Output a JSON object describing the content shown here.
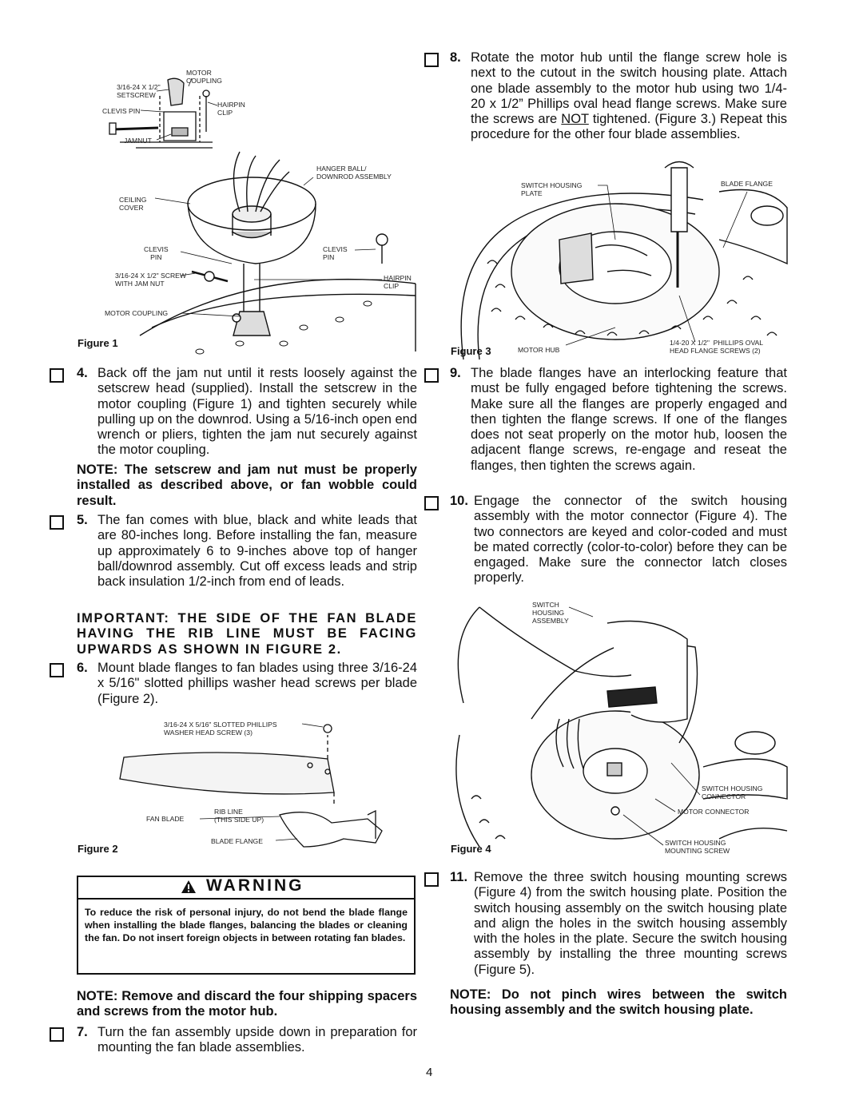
{
  "figure1": {
    "label": "Figure 1",
    "callouts": {
      "motor_coupling_top": "MOTOR\nCOUPLING",
      "setscrew": "3/16-24 x 1/2\"\nSETSCREW",
      "clevis_pin_top": "CLEVIS PIN",
      "hairpin_clip_top": "HAIRPIN\nCLIP",
      "jamnut": "JAMNUT",
      "hanger_ball": "HANGER BALL/\nDOWNROD ASSEMBLY",
      "ceiling_cover": "CEILING\nCOVER",
      "clevis_pin_left": "CLEVIS\nPIN",
      "clevis_pin_right": "CLEVIS\nPIN",
      "screw_jam_nut": "3/16-24 x 1/2\" SCREW\nWITH JAM NUT",
      "hairpin_clip_right": "HAIRPIN\nCLIP",
      "motor_coupling": "MOTOR COUPLING"
    }
  },
  "figure2": {
    "label": "Figure 2",
    "callouts": {
      "screw": "3/16-24 x 5/16\" SLOTTED PHILLIPS\nWASHER HEAD SCREW (3)",
      "fan_blade": "FAN BLADE",
      "rib_line": "RIB LINE\n(THIS SIDE UP)",
      "blade_flange": "BLADE FLANGE"
    }
  },
  "figure3": {
    "label": "Figure 3",
    "callouts": {
      "switch_housing_plate": "SWITCH HOUSING\nPLATE",
      "blade_flange": "BLADE FLANGE",
      "motor_hub": "MOTOR HUB",
      "flange_screws": "1/4-20 X 1/2\"  PHILLIPS OVAL\nHEAD FLANGE SCREWS (2)"
    }
  },
  "figure4": {
    "label": "Figure 4",
    "callouts": {
      "switch_housing_assembly": "SWITCH\nHOUSING\nASSEMBLY",
      "switch_housing_connector": "SWITCH HOUSING\nCONNECTOR",
      "motor_connector": "MOTOR CONNECTOR",
      "mounting_screw": "SWITCH HOUSING\nMOUNTING SCREW"
    }
  },
  "steps": {
    "s4": {
      "num": "4.",
      "text": "Back off the jam nut until it rests loosely against the setscrew head (supplied). Install the setscrew in the motor coupling (Figure 1) and tighten securely while pulling up on the downrod. Using a 5/16-inch open end wrench or pliers, tighten the jam nut securely against the motor coupling."
    },
    "note_setscrew": "NOTE: The setscrew and jam nut must be properly installed as described above, or fan wobble could result.",
    "s5": {
      "num": "5.",
      "text": "The fan comes with blue, black and white leads that are 80-inches long. Before installing the fan, measure up approximately 6 to 9-inches above top of hanger ball/downrod assembly. Cut off excess leads and strip back insulation 1/2-inch from end of leads."
    },
    "important": "IMPORTANT: THE SIDE OF THE FAN BLADE HAVING THE RIB LINE MUST BE FACING UPWARDS AS SHOWN IN FIGURE 2.",
    "s6": {
      "num": "6.",
      "text": "Mount blade flanges to fan blades using three 3/16-24 x 5/16\" slotted phillips washer head screws per blade (Figure 2)."
    },
    "note_shipping": "NOTE: Remove and discard the four shipping spacers and screws from the motor hub.",
    "s7": {
      "num": "7.",
      "text": "Turn the fan assembly upside down in preparation for mounting the fan blade assemblies."
    },
    "s8": {
      "num": "8.",
      "pre": "Rotate the motor hub until the flange screw hole is next to the cutout in the switch housing plate. Attach one blade assembly to the motor hub using two 1/4-20 x 1/2” Phillips oval head flange screws. Make sure the screws are ",
      "underlined": "NOT",
      "post": " tightened. (Figure 3.) Repeat this procedure for the other four blade assemblies."
    },
    "s9": {
      "num": "9.",
      "text": "The blade flanges have an interlocking feature that must be fully engaged before tightening the screws. Make sure all the flanges are properly engaged and then tighten the flange screws. If one of the flanges does not seat properly on the motor hub, loosen the adjacent flange screws, re-engage and reseat the flanges, then tighten the screws again."
    },
    "s10": {
      "num": "10.",
      "text": "Engage the connector of the switch housing assembly with the motor connector (Figure 4). The two connectors are keyed and color-coded and must be mated correctly (color-to-color) before they can be engaged. Make sure the connector latch closes properly."
    },
    "s11": {
      "num": "11.",
      "text": "Remove the three switch housing mounting screws (Figure 4) from the switch housing plate. Position the switch housing assembly on the switch housing plate and align the holes in the switch housing assembly with the holes in the plate. Secure the switch housing assembly by installing the three mounting screws (Figure 5)."
    },
    "note_pinch": "NOTE: Do not pinch wires between the switch housing assembly and the switch housing plate."
  },
  "warning": {
    "title": "WARNING",
    "icon": "warning-triangle-icon",
    "text": "To reduce the risk of personal injury, do not bend the blade flange when installing the blade flanges, balancing the blades or cleaning the fan. Do not insert foreign objects in between rotating fan blades."
  },
  "page_number": "4"
}
